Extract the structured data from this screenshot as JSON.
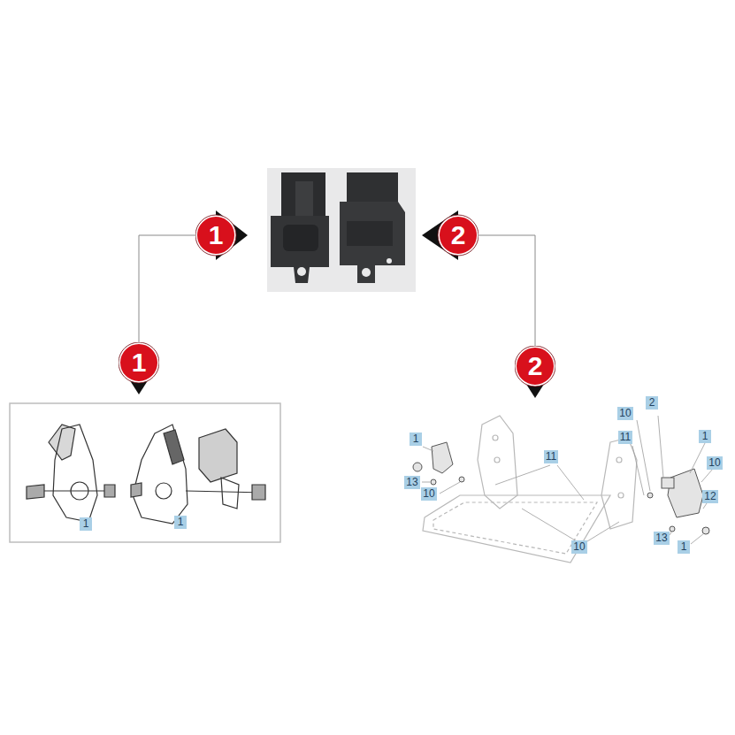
{
  "diagram": {
    "nodes": [
      {
        "text": [
          "1"
        ]
      },
      {
        "text": [
          "2"
        ]
      },
      {
        "text": [
          "1"
        ]
      },
      {
        "text": [
          "2"
        ]
      }
    ],
    "edges": [
      {
        "from": 2,
        "to": 0,
        "arrow": "none"
      },
      {
        "from": 3,
        "to": 1,
        "arrow": "none"
      }
    ],
    "labels": [
      "1",
      "1",
      "1",
      "13",
      "10",
      "11",
      "10",
      "2",
      "11",
      "1",
      "10",
      "12",
      "10",
      "13",
      "1"
    ]
  }
}
